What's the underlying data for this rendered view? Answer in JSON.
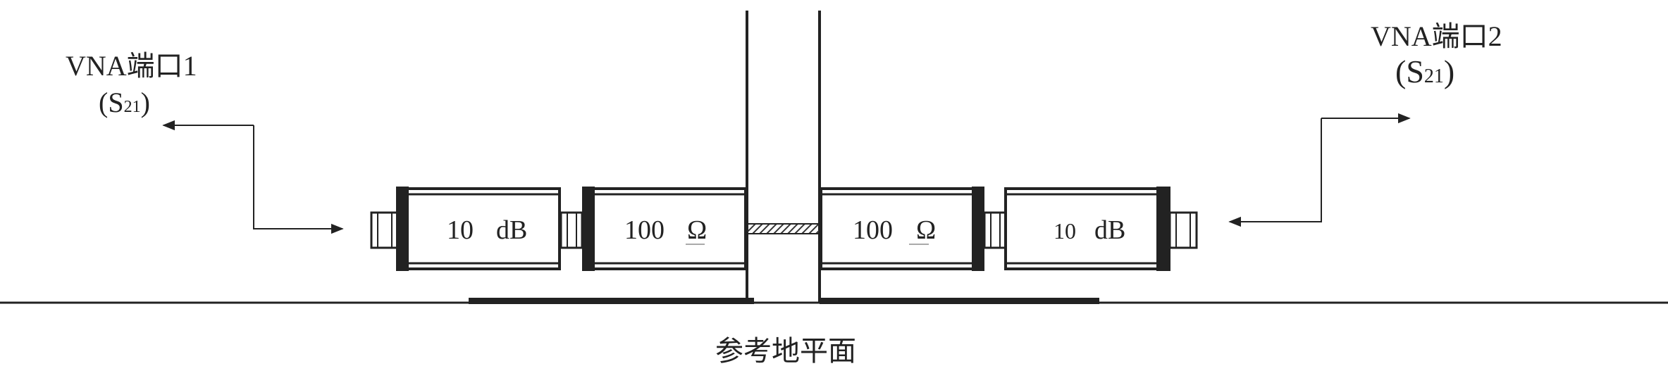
{
  "port1": {
    "label": "VNA端口1",
    "param": "(S",
    "sub": "21",
    "close": ")"
  },
  "port2": {
    "label": "VNA端口2",
    "param": "(S",
    "sub": "21",
    "close": ")"
  },
  "left_attenuator": {
    "value": "10",
    "unit": "dB"
  },
  "left_resistor": {
    "value": "100",
    "unit": "Ω"
  },
  "right_resistor": {
    "value": "100",
    "unit": "Ω"
  },
  "right_attenuator": {
    "value": "10",
    "unit": "dB"
  },
  "ground": {
    "label": "参考地平面"
  },
  "colors": {
    "stroke": "#222222",
    "fill": "#ffffff"
  }
}
